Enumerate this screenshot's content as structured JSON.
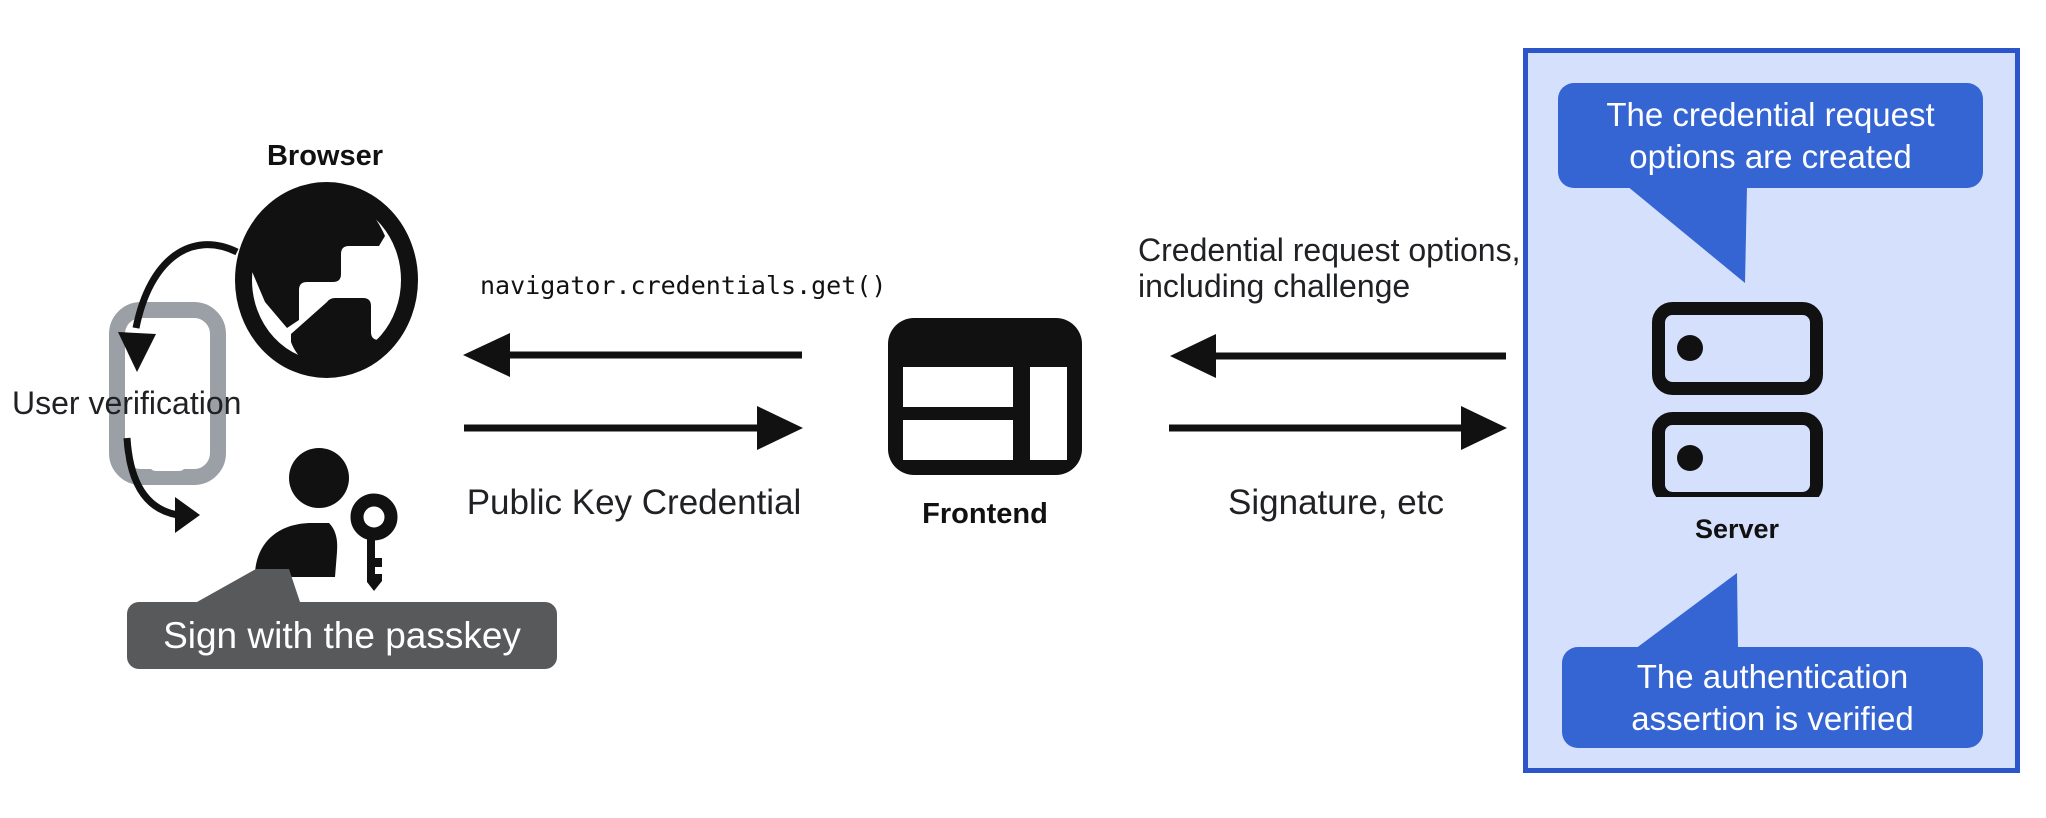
{
  "diagram": {
    "browser": {
      "label": "Browser",
      "user_verification": "User verification",
      "passkey_tooltip": "Sign with the passkey"
    },
    "frontend": {
      "label": "Frontend"
    },
    "messages": {
      "get_call": "navigator.credentials.get()",
      "public_key_credential": "Public Key Credential",
      "credential_request_line1": "Credential request options,",
      "credential_request_line2": "including challenge",
      "signature": "Signature, etc"
    },
    "server": {
      "label": "Server",
      "bubble_top_line1": "The credential request",
      "bubble_top_line2": "options are created",
      "bubble_bottom_line1": "The authentication",
      "bubble_bottom_line2": "assertion is verified"
    },
    "colors": {
      "bubble_blue": "#3564d3",
      "panel_fill": "#d5e1fc",
      "panel_border": "#2b55c8",
      "tooltip_gray": "#58595b",
      "phone_gray": "#9aa0a6",
      "ink": "#111111"
    }
  }
}
